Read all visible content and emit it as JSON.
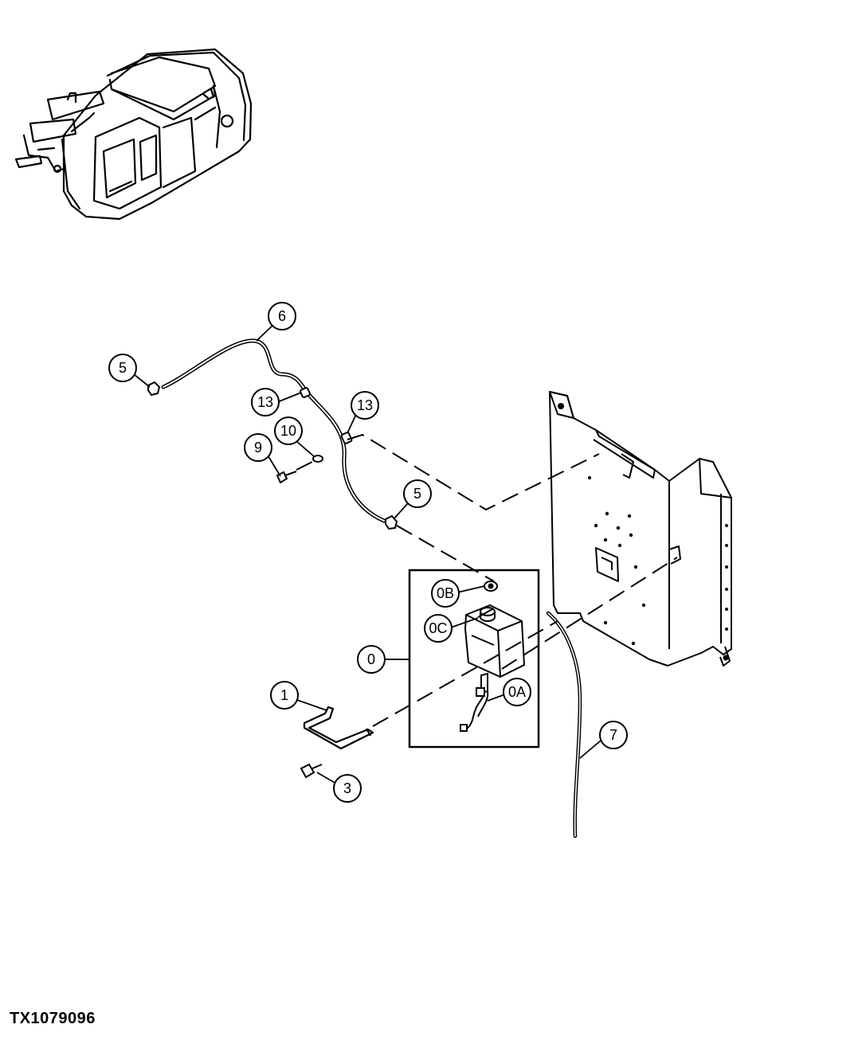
{
  "figure_id": "TX1079096",
  "callouts": {
    "c6": "6",
    "c5_top": "5",
    "c13_left": "13",
    "c13_right": "13",
    "c10": "10",
    "c9": "9",
    "c5_mid": "5",
    "c0B": "0B",
    "c0C": "0C",
    "c0": "0",
    "c0A": "0A",
    "c1": "1",
    "c7": "7",
    "c3": "3"
  }
}
